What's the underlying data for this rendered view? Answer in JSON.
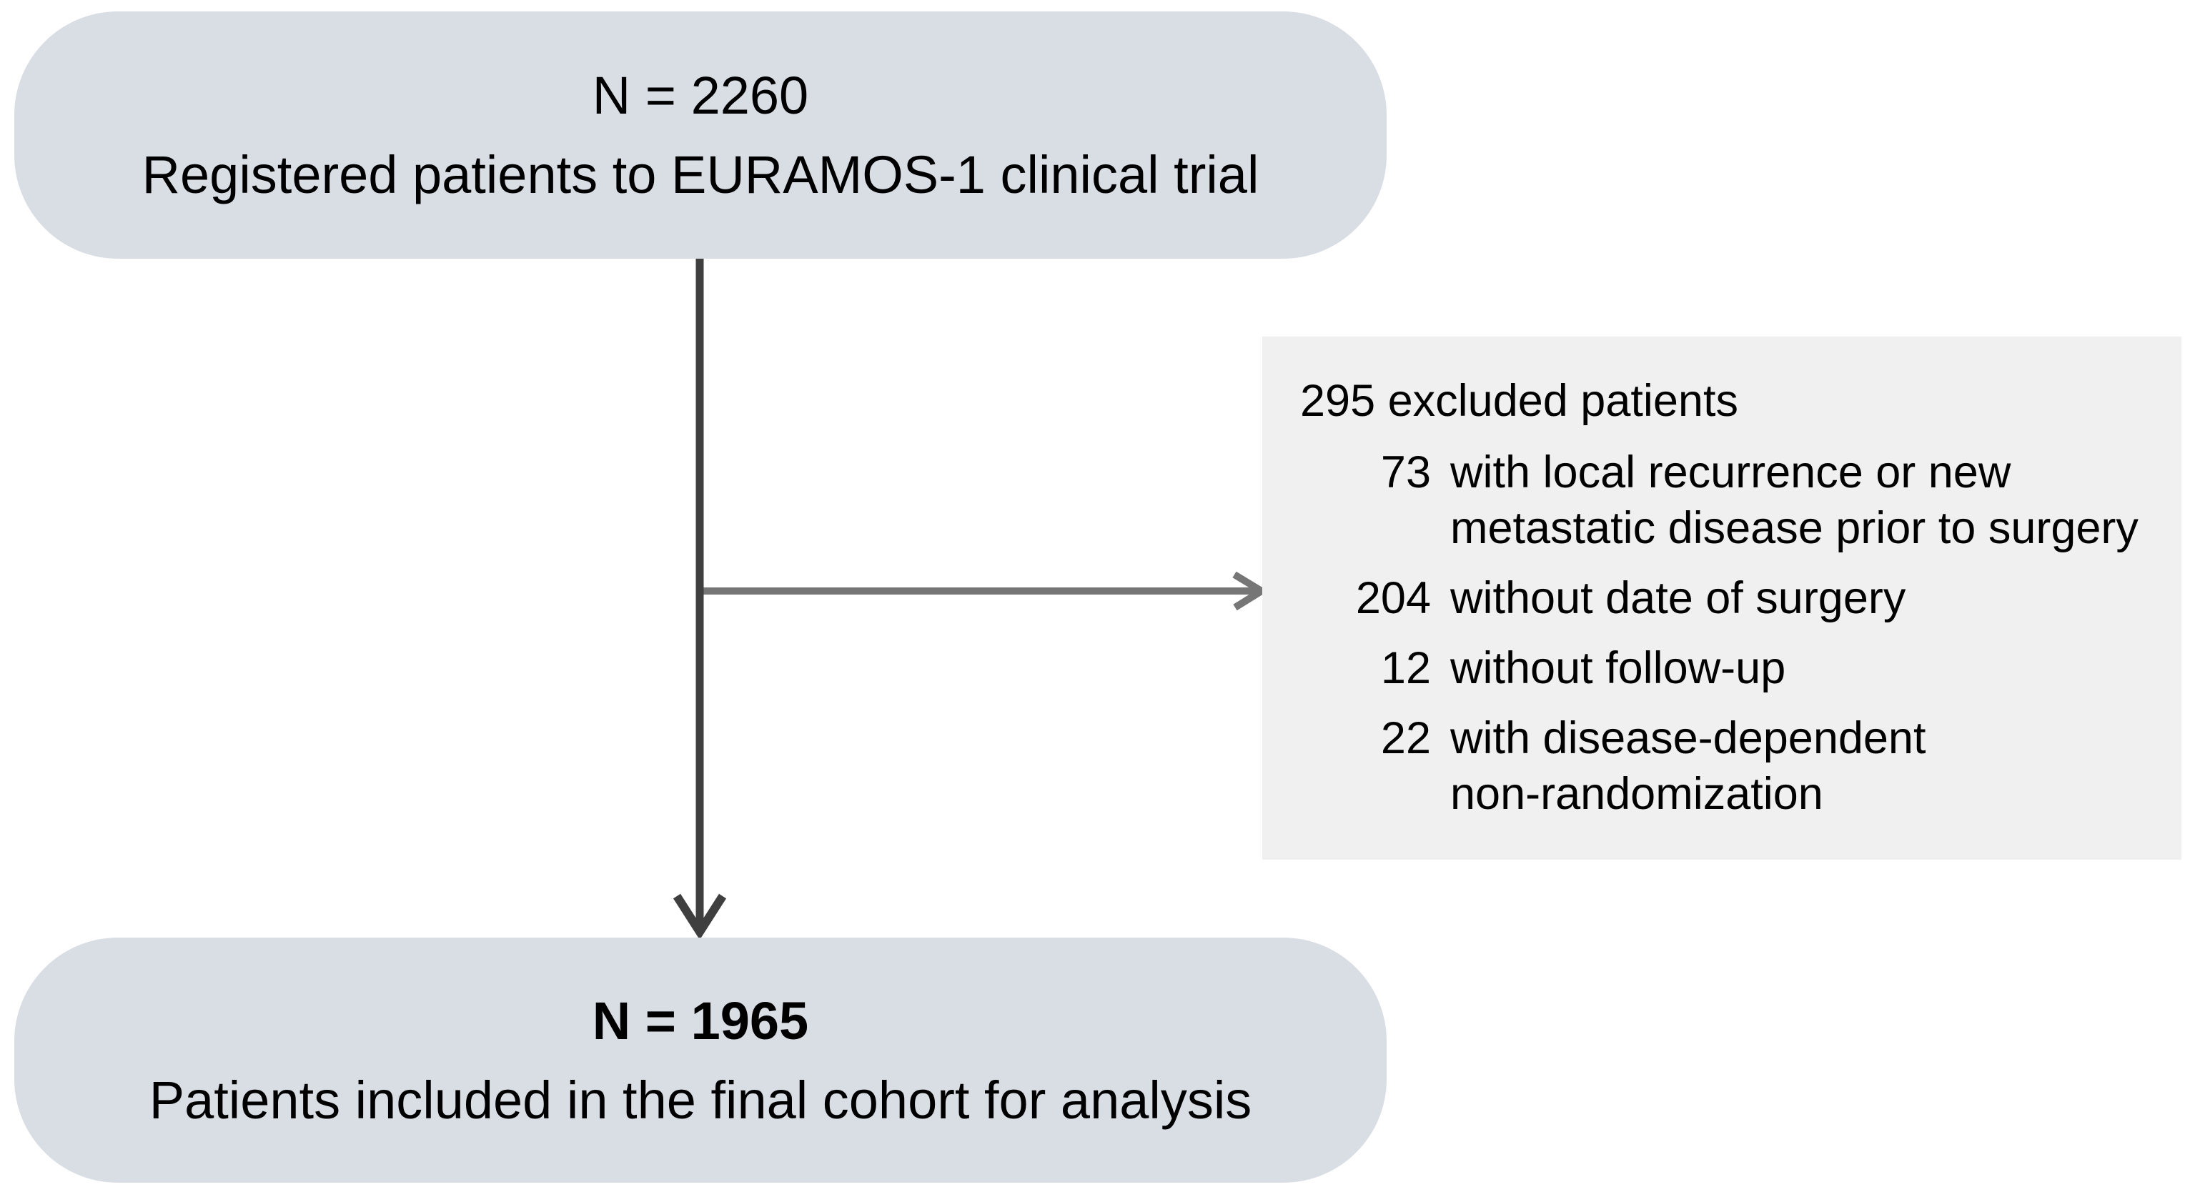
{
  "flow": {
    "top_box": {
      "n": "N = 2260",
      "label": "Registered patients to EURAMOS-1 clinical trial"
    },
    "exclusion_box": {
      "header": "295 excluded patients",
      "items": [
        {
          "count": "73",
          "lines": [
            "with local recurrence or new",
            "metastatic disease prior to surgery"
          ]
        },
        {
          "count": "204",
          "lines": [
            "without date of surgery"
          ]
        },
        {
          "count": "12",
          "lines": [
            "without follow-up"
          ]
        },
        {
          "count": "22",
          "lines": [
            "with disease-dependent",
            "non-randomization"
          ]
        }
      ]
    },
    "bottom_box": {
      "n": "N = 1965",
      "label": "Patients included in the final cohort for analysis"
    },
    "colors": {
      "background": "#ffffff",
      "cohort_box_fill": "#d9dde4",
      "exclusion_box_fill": "#f0f0f0",
      "main_arrow": "#3f3f3f",
      "exclusion_arrow": "#767676",
      "text": "#000000"
    }
  }
}
